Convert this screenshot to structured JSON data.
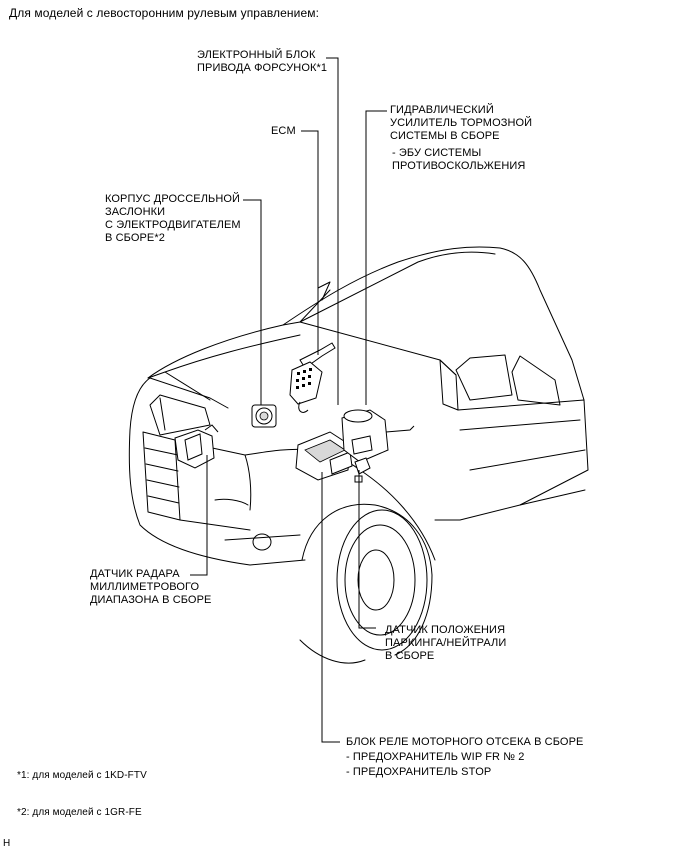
{
  "header": "Для моделей с левосторонним рулевым управлением:",
  "labels": {
    "injector_driver": [
      "ЭЛЕКТРОННЫЙ БЛОК",
      "ПРИВОДА ФОРСУНОК*1"
    ],
    "ecm": [
      "ECM"
    ],
    "brake_booster": [
      "ГИДРАВЛИЧЕСКИЙ",
      "УСИЛИТЕЛЬ ТОРМОЗНОЙ",
      "СИСТЕМЫ В СБОРЕ"
    ],
    "brake_booster_sub": [
      "- ЭБУ СИСТЕМЫ",
      "ПРОТИВОСКОЛЬЖЕНИЯ"
    ],
    "throttle_body": [
      "КОРПУС ДРОССЕЛЬНОЙ",
      "ЗАСЛОНКИ",
      "С ЭЛЕКТРОДВИГАТЕЛЕМ",
      "В СБОРЕ*2"
    ],
    "radar_sensor": [
      "ДАТЧИК РАДАРА",
      "МИЛЛИМЕТРОВОГО",
      "ДИАПАЗОНА В СБОРЕ"
    ],
    "park_neutral": [
      "ДАТЧИК ПОЛОЖЕНИЯ",
      "ПАРКИНГА/НЕЙТРАЛИ",
      "В СБОРЕ"
    ],
    "relay_block": [
      "БЛОК РЕЛЕ МОТОРНОГО ОТСЕКА В СБОРЕ",
      "- ПРЕДОХРАНИТЕЛЬ WIP FR № 2",
      "- ПРЕДОХРАНИТЕЛЬ STOP"
    ]
  },
  "footnotes": [
    "*1: для моделей с 1KD-FTV",
    "*2: для моделей с 1GR-FE"
  ],
  "corner_mark": "H"
}
